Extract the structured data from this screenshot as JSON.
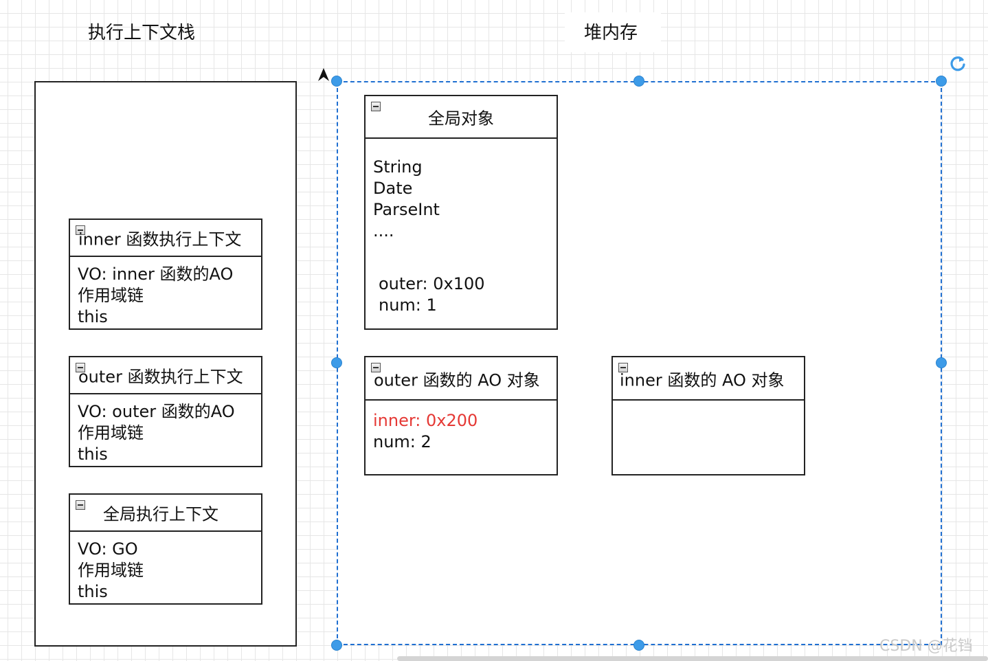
{
  "stack": {
    "title": "执行上下文栈",
    "cards": [
      {
        "title": "inner 函数执行上下文",
        "lines": [
          "VO: inner 函数的AO",
          "作用域链",
          "this"
        ]
      },
      {
        "title": "outer 函数执行上下文",
        "lines": [
          "VO: outer 函数的AO",
          "作用域链",
          "this"
        ]
      },
      {
        "title": "全局执行上下文",
        "lines": [
          "VO: GO",
          "作用域链",
          "this"
        ]
      }
    ]
  },
  "heap": {
    "title": "堆内存",
    "global_object": {
      "title": "全局对象",
      "builtins": [
        "String",
        "Date",
        "ParseInt",
        "...."
      ],
      "props": [
        "outer: 0x100",
        "num: 1"
      ]
    },
    "outer_ao": {
      "title": "outer 函数的 AO 对象",
      "highlight_line": "inner: 0x200",
      "lines": [
        "num: 2"
      ]
    },
    "inner_ao": {
      "title": "inner 函数的 AO 对象",
      "lines": []
    }
  },
  "icons": {
    "collapse": "collapse-icon",
    "rotate": "rotate-icon",
    "cursor": "arrow-cursor-icon"
  },
  "colors": {
    "selection": "#1f6fd1",
    "handle": "#3d9be8",
    "highlight_text": "#e53935"
  },
  "watermark": "CSDN @花铛"
}
